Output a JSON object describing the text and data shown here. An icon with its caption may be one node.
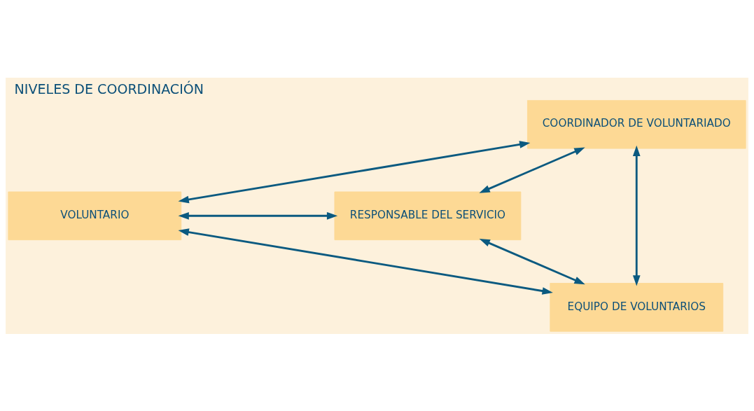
{
  "diagram": {
    "title": "NIVELES DE COORDINACIÓN",
    "nodes": [
      {
        "text": [
          "COORDINADOR DE VOLUNTARIADO"
        ]
      },
      {
        "text": [
          "VOLUNTARIO"
        ]
      },
      {
        "text": [
          "RESPONSABLE DEL SERVICIO"
        ]
      },
      {
        "text": [
          "EQUIPO DE VOLUNTARIOS"
        ]
      }
    ],
    "edges": [
      {
        "from": 0,
        "to": 1,
        "arrow": "both"
      },
      {
        "from": 0,
        "to": 2,
        "arrow": "both"
      },
      {
        "from": 1,
        "to": 3,
        "arrow": "both"
      },
      {
        "from": 2,
        "to": 3,
        "arrow": "both"
      },
      {
        "from": 0,
        "to": 3,
        "arrow": "both"
      },
      {
        "from": 1,
        "to": 2,
        "arrow": "both"
      }
    ]
  }
}
